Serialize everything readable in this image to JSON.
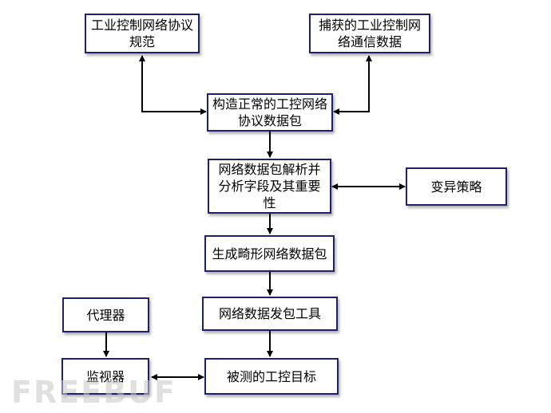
{
  "nodes": {
    "spec": "工业控制网络协议规范",
    "captured": "捕获的工业控制网络通信数据",
    "construct": "构造正常的工控网络协议数据包",
    "parse": "网络数据包解析并分析字段及其重要性",
    "mutate": "变异策略",
    "generate": "生成畸形网络数据包",
    "sender": "网络数据发包工具",
    "proxy": "代理器",
    "monitor": "监视器",
    "target": "被测的工控目标"
  },
  "watermark": "FREEBUF",
  "colors": {
    "box_border": "#1f1f6e",
    "arrow": "#000000"
  }
}
